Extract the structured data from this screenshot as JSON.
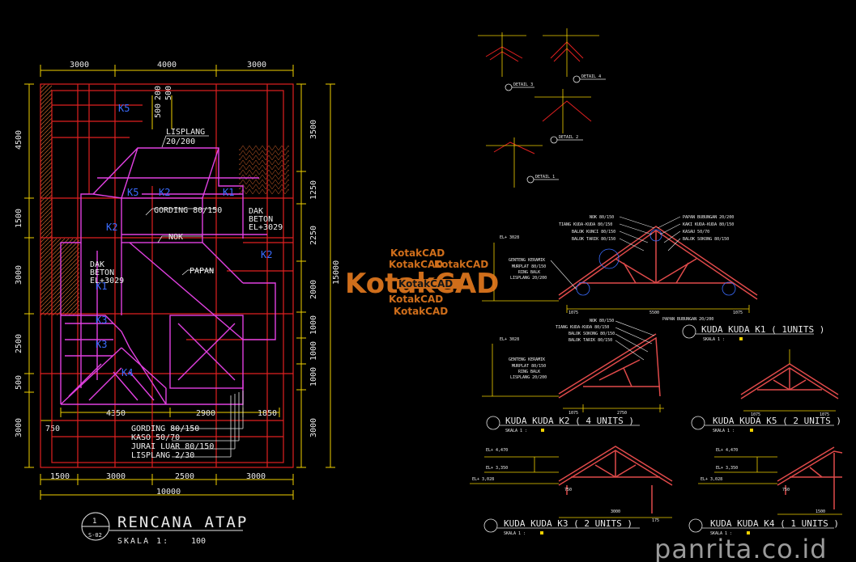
{
  "plan": {
    "dims_top": [
      "3000",
      "4000",
      "3000"
    ],
    "dims_bottom": [
      "1500",
      "3000",
      "2500",
      "3000"
    ],
    "total_bottom": "10000",
    "dims_left": [
      "4500",
      "1500",
      "3000",
      "2500",
      "500",
      "3000"
    ],
    "dims_right_a": [
      "3500",
      "1250",
      "2250",
      "2000",
      "1000",
      "1000",
      "1000",
      "3000"
    ],
    "total_right": "15000",
    "dims_inner": [
      "4350",
      "2900",
      "1850",
      "750"
    ],
    "small_dims": [
      "500",
      "500",
      "200"
    ],
    "labels": {
      "lisplang": "LISPLANG",
      "lisplang_size": "20/200",
      "gording": "GORDING 80/150",
      "nok": "NOK",
      "papan": "PAPAN",
      "dak_left": [
        "DAK",
        "BETON",
        "EL+3029"
      ],
      "dak_right": [
        "DAK",
        "BETON",
        "EL+3029"
      ],
      "legend": [
        "GORDING 80/150",
        "KASO 50/70",
        "JURAI LUAR 80/150",
        "LISPLANG 2/30"
      ]
    },
    "truss_tags": [
      "K5",
      "K5",
      "K2",
      "K1",
      "K2",
      "K1",
      "K3",
      "K3",
      "K4",
      "K2"
    ],
    "title": "RENCANA ATAP",
    "scale_label": "SKALA 1:",
    "scale_value": "100",
    "sheet_number": "1",
    "sheet_code": "S-02"
  },
  "trusses": {
    "k1": {
      "title": "KUDA KUDA K1  ( 1UNITS )",
      "scale": "SKALA 1 :",
      "span": "5500",
      "overhangs": [
        "1075",
        "1075"
      ],
      "elevation": "EL+ 3028",
      "notes_left": [
        "NOK 80/150",
        "TIANG KUDA-KUDA 80/150",
        "BALOK KUNCI 80/150",
        "BALOK TARIK 80/150"
      ],
      "notes_right": [
        "PAPAN BUBUNGAN 20/200",
        "KAKI KUDA-KUDA 80/150",
        "KASAU 50/70",
        "BALOK SOKONG 80/150"
      ],
      "notes_eave": [
        "GENTENG KERAMIK",
        "MURPLAT 80/150",
        "RING BALK",
        "LISPLANG 20/200"
      ]
    },
    "k2": {
      "title": "KUDA KUDA K2  ( 4 UNITS )",
      "scale": "SKALA 1 :",
      "elevation": "EL+ 3028",
      "notes": [
        "NOK 80/150",
        "TIANG KUDA-KUDA 80/150",
        "BALOK SOKONG 80/150",
        "BALOK TARIK 80/150"
      ],
      "notes_eave": [
        "GENTENG KERAMIK",
        "MURPLAT 80/150",
        "RING BALK",
        "LISPLANG 20/200"
      ],
      "ridge_note": "PAPAN BUBUNGAN 20/200",
      "dims": [
        "1075",
        "2750"
      ]
    },
    "k5": {
      "title": "KUDA KUDA K5  ( 2 UNITS )",
      "scale": "SKALA 1 :",
      "dims": [
        "1075",
        "1075"
      ]
    },
    "k3": {
      "title": "KUDA KUDA K3  ( 2 UNITS )",
      "scale": "SKALA 1 :",
      "elevations": [
        "EL+ 4,470",
        "EL+ 3,350",
        "EL+ 3,028"
      ],
      "dims": [
        "750",
        "3000",
        "175"
      ]
    },
    "k4": {
      "title": "KUDA KUDA K4  ( 1 UNITS )",
      "scale": "SKALA 1 :",
      "elevations": [
        "EL+ 4,470",
        "EL+ 3,350",
        "EL+ 3,028"
      ],
      "dims": [
        "750",
        "1500"
      ]
    }
  },
  "details": [
    "DETAIL 3",
    "DETAIL 4",
    "DETAIL 2",
    "DETAIL 1"
  ],
  "watermark": {
    "brand": "KotakCAD",
    "small": "KotakCAD",
    "site": "panrita.co.id"
  },
  "colors": {
    "background": "#000000",
    "wall": "#e02020",
    "roof": "#e040e0",
    "dimension": "#f0d000",
    "text": "#e8e8e8",
    "tag": "#3a6cff",
    "watermark": "#e67a1e"
  }
}
